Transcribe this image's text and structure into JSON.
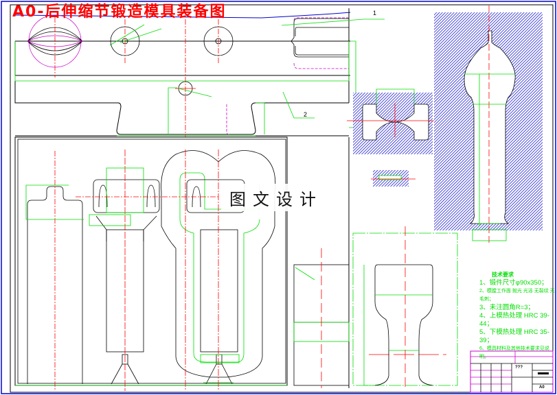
{
  "drawing": {
    "title": "A0-后伸缩节锻造模具装备图",
    "watermark": "图文设计",
    "colors": {
      "border": "#0000cc",
      "outline": "#000000",
      "dimension": "#00dd00",
      "centerline": "#ff0000",
      "hidden": "#cc00cc",
      "hatch": "#0000cc"
    },
    "leaders": [
      {
        "label": "1"
      },
      {
        "label": "2"
      }
    ],
    "technical_requirements": {
      "heading": "技术要求",
      "items": [
        "1、锻件尺寸φ90x350；",
        "2、模膛工作面 抛光 光洁 无裂纹 无毛刺；",
        "3、未注圆角R=3；",
        "4、上模热处理 HRC 39-44；",
        "5、下模热处理 HRC 35-39；",
        "6、模具材料及其他技术要求见说明。"
      ]
    },
    "title_block": {
      "part_code": "???",
      "sheet_size": "A0"
    }
  }
}
